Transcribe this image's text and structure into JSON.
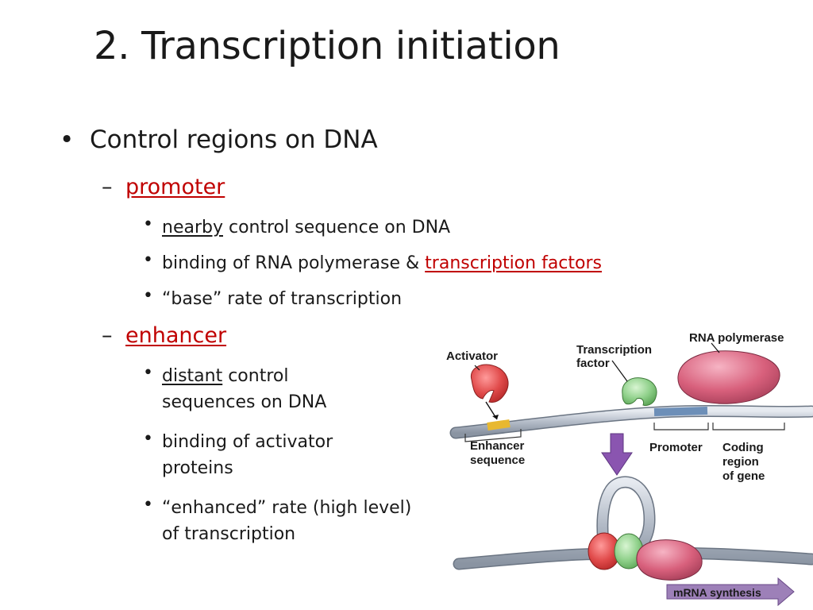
{
  "slide": {
    "title": "2. Transcription initiation",
    "bullet1": "Control regions on DNA",
    "promoter": {
      "label": "promoter",
      "item1_underlined": "nearby",
      "item1_rest": " control sequence on DNA",
      "item2_start": "binding of RNA polymerase & ",
      "item2_link": "transcription factors",
      "item3": "“base” rate of transcription"
    },
    "enhancer": {
      "label": "enhancer",
      "item1_underlined": "distant",
      "item1_rest_line1": " control",
      "item1_line2": "sequences on DNA",
      "item2_line1": "binding of activator",
      "item2_line2": "proteins",
      "item3_line1": "“enhanced” rate (high level)",
      "item3_line2": "of transcription"
    }
  },
  "figure": {
    "activator": "Activator",
    "tf_line1": "Transcription",
    "tf_line2": "factor",
    "rna_polymerase": "RNA polymerase",
    "enhancer_line1": "Enhancer",
    "enhancer_line2": "sequence",
    "promoter": "Promoter",
    "coding_line1": "Coding",
    "coding_line2": "region",
    "coding_line3": "of gene",
    "mrna": "mRNA synthesis"
  },
  "colors": {
    "accent_red": "#c00000",
    "activator_red": "#e04a4a",
    "tf_green": "#8fd08a",
    "polymerase_pink": "#d8607c",
    "arrow_purple": "#8a55b0",
    "dna_gray": "#b8c0cc"
  }
}
